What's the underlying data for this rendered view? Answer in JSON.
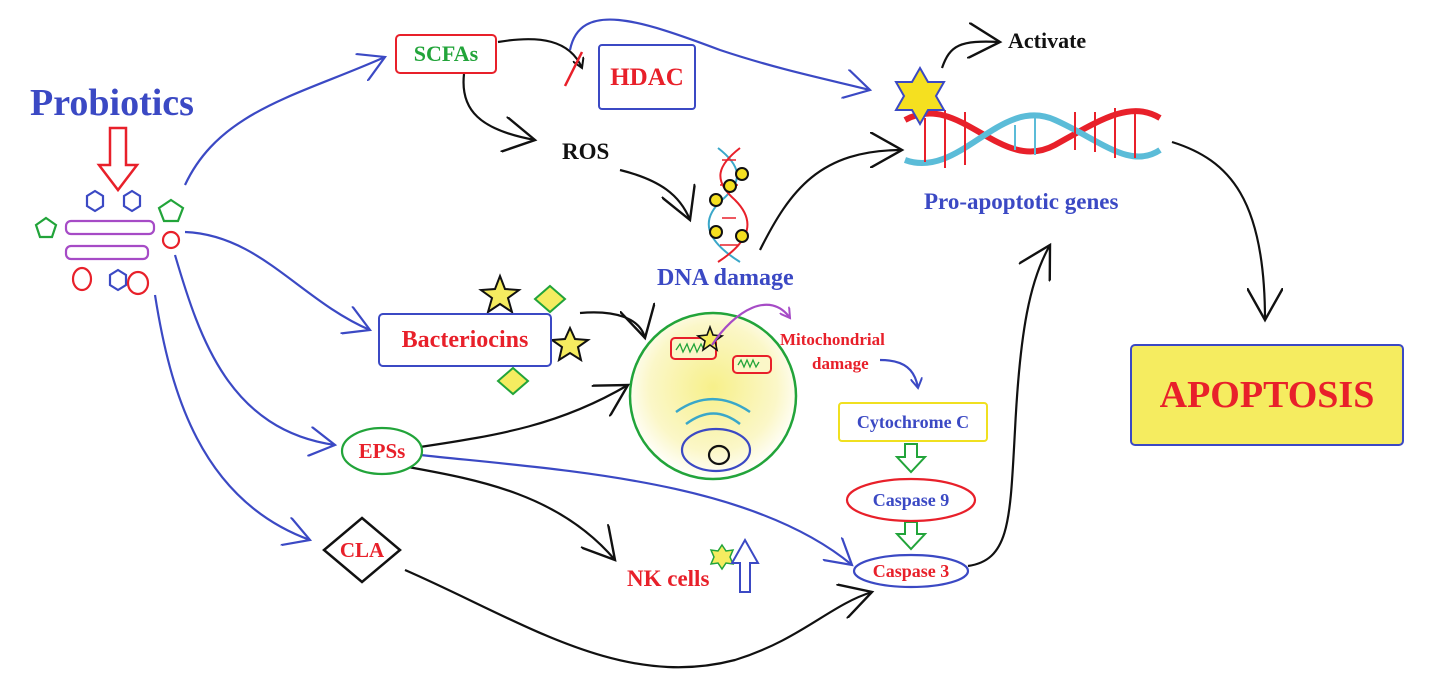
{
  "title": "Probiotics",
  "nodes": {
    "scfas": "SCFAs",
    "hdac": "HDAC",
    "ros": "ROS",
    "dna_damage": "DNA damage",
    "bacteriocins": "Bacteriocins",
    "mito_line1": "Mitochondrial",
    "mito_line2": "damage",
    "epss": "EPSs",
    "cla": "CLA",
    "nk_cells": "NK cells",
    "activate": "Activate",
    "pro_apoptotic": "Pro-apoptotic genes",
    "cytochrome": "Cytochrome C",
    "caspase9": "Caspase 9",
    "caspase3": "Caspase 3",
    "apoptosis": "APOPTOSIS"
  },
  "colors": {
    "blue": "#3b49c4",
    "red": "#e8202a",
    "green": "#22a43a",
    "black": "#111111",
    "yellow": "#f5ec60",
    "purple": "#a64bc6",
    "cyan": "#3aa7c9"
  }
}
